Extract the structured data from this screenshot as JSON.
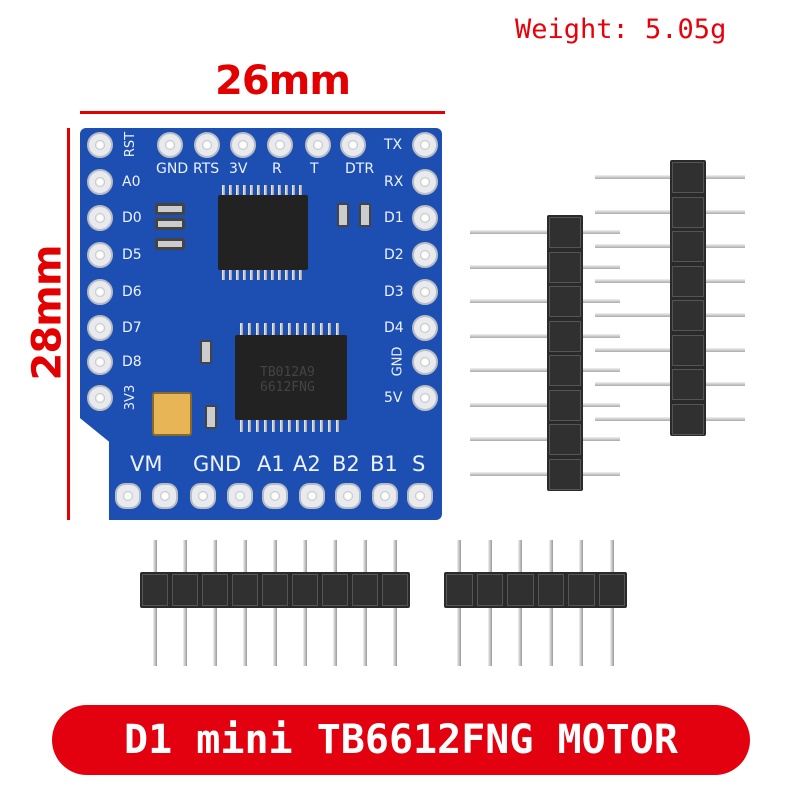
{
  "weight_label": "Weight: 5.05g",
  "dimensions": {
    "width": "26mm",
    "height": "28mm"
  },
  "board": {
    "top_labels": [
      "GND",
      "RTS",
      "3V",
      "R",
      "T",
      "DTR"
    ],
    "left_labels": [
      "RST",
      "A0",
      "D0",
      "D5",
      "D6",
      "D7",
      "D8",
      "3V3"
    ],
    "right_labels": [
      "TX",
      "RX",
      "D1",
      "D2",
      "D3",
      "D4",
      "GND",
      "5V"
    ],
    "bottom_labels": [
      "VM",
      "GND",
      "A1",
      "A2",
      "B2",
      "B1",
      "S"
    ],
    "ic_marking": [
      "TB012A9",
      "6612FNG"
    ]
  },
  "banner": "D1 mini TB6612FNG MOTOR",
  "colors": {
    "accent_red": "#e3000f",
    "pcb_blue": "#1d4fb3"
  }
}
